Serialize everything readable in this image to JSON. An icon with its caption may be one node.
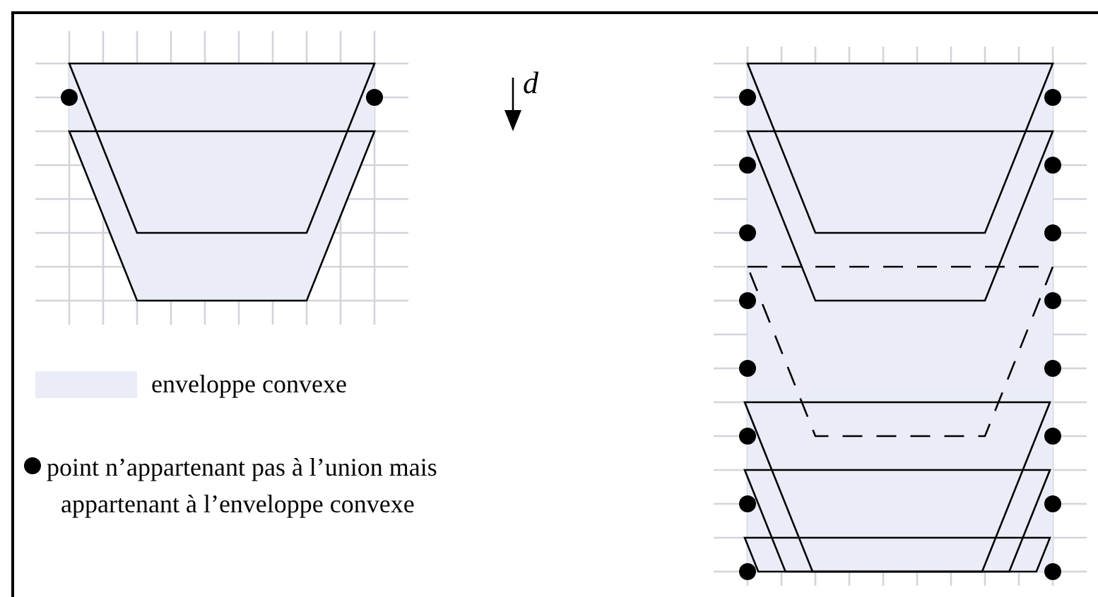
{
  "diagram": {
    "labels": [
      "d"
    ],
    "legend": [
      {
        "text": "enveloppe convexe",
        "color": "#eaedf7"
      },
      {
        "text": "point n’appartenant pas à l’union mais appartenant à l’enveloppe convexe"
      }
    ]
  }
}
